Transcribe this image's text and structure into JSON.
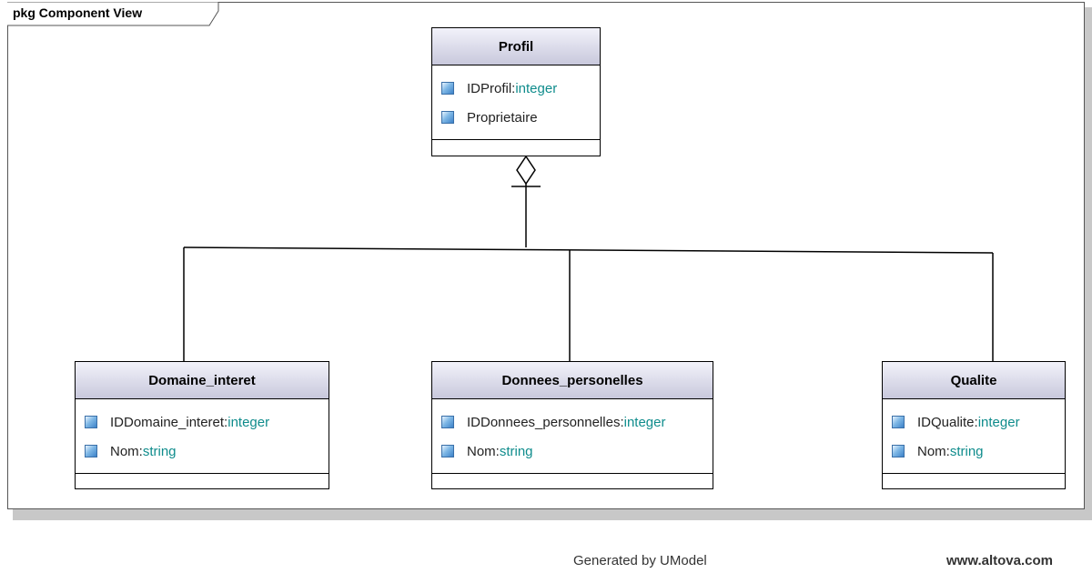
{
  "diagram": {
    "frame_title": "pkg Component View",
    "footer_generated": "Generated by UModel",
    "footer_url": "www.altova.com"
  },
  "classes": {
    "profil": {
      "name": "Profil",
      "attributes": [
        {
          "name": "IDProfil:",
          "type": "integer"
        },
        {
          "name": "Proprietaire",
          "type": ""
        }
      ]
    },
    "domaine": {
      "name": "Domaine_interet",
      "attributes": [
        {
          "name": "IDDomaine_interet:",
          "type": "integer"
        },
        {
          "name": "Nom:",
          "type": "string"
        }
      ]
    },
    "donnees": {
      "name": "Donnees_personelles",
      "attributes": [
        {
          "name": "IDDonnees_personnelles:",
          "type": "integer"
        },
        {
          "name": "Nom:",
          "type": "string"
        }
      ]
    },
    "qualite": {
      "name": "Qualite",
      "attributes": [
        {
          "name": "IDQualite:",
          "type": "integer"
        },
        {
          "name": "Nom:",
          "type": "string"
        }
      ]
    }
  },
  "relationships": [
    {
      "type": "aggregation",
      "whole": "Profil",
      "part": "Domaine_interet"
    },
    {
      "type": "aggregation",
      "whole": "Profil",
      "part": "Donnees_personelles"
    },
    {
      "type": "aggregation",
      "whole": "Profil",
      "part": "Qualite"
    }
  ],
  "colors": {
    "header_gradient_top": "#f2f2fa",
    "header_gradient_bottom": "#c8c8dc",
    "type_text": "#0f8c8c",
    "attr_icon": "#3c82c8"
  }
}
